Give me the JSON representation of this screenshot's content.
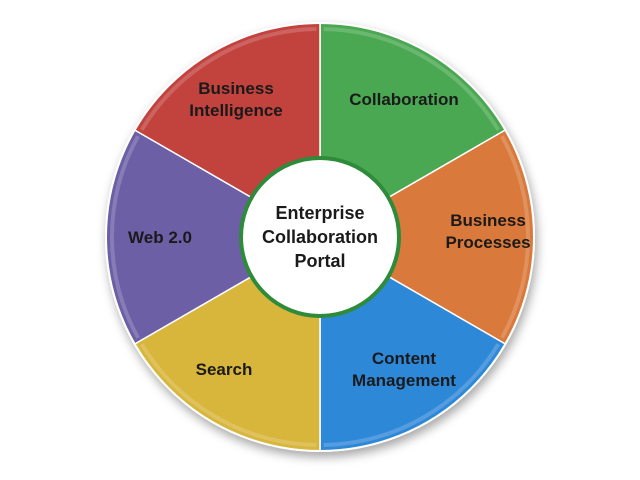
{
  "center": {
    "lines": [
      "Enterprise",
      "Collaboration",
      "Portal"
    ],
    "fill": "#ffffff",
    "border_color": "#2e8b3a"
  },
  "segments": [
    {
      "lines": [
        "Collaboration"
      ],
      "color": "#4aa851"
    },
    {
      "lines": [
        "Business",
        "Processes"
      ],
      "color": "#d9793a"
    },
    {
      "lines": [
        "Content",
        "Management"
      ],
      "color": "#2f88d8"
    },
    {
      "lines": [
        "Search"
      ],
      "color": "#d8b53a"
    },
    {
      "lines": [
        "Web 2.0"
      ],
      "color": "#6c5ea6"
    },
    {
      "lines": [
        "Business",
        "Intelligence"
      ],
      "color": "#c2423e"
    }
  ]
}
